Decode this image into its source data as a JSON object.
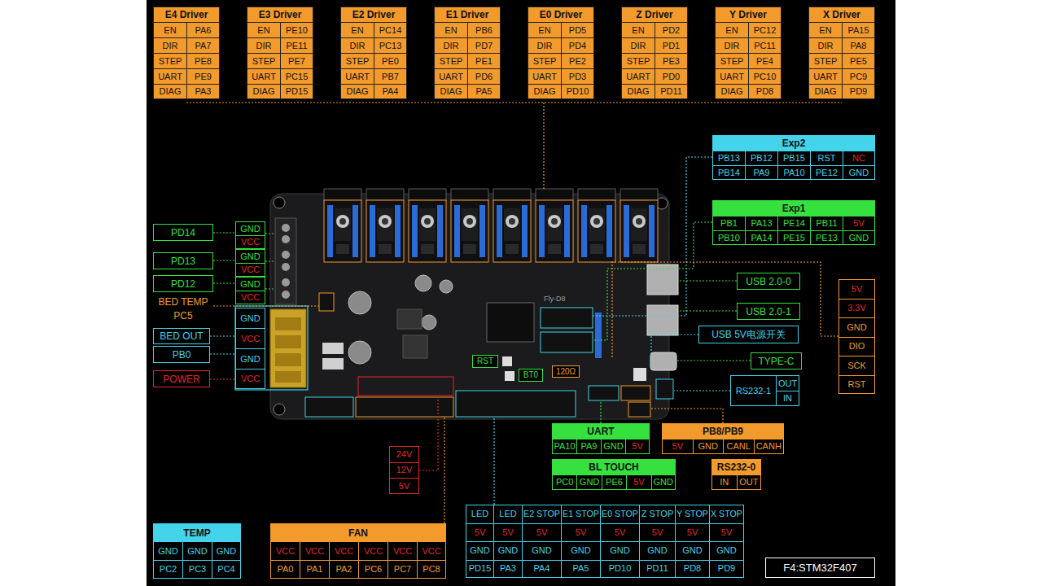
{
  "diagram": {
    "nodes": [
      {
        "text": [
          "E4 Driver",
          "EN",
          "PA6",
          "DIR",
          "PA7",
          "STEP",
          "PE8",
          "UART",
          "PE9",
          "DIAG",
          "PA3"
        ]
      },
      {
        "text": [
          "E3 Driver",
          "EN",
          "PE10",
          "DIR",
          "PE11",
          "STEP",
          "PE7",
          "UART",
          "PC15",
          "DIAG",
          "PD15"
        ]
      },
      {
        "text": [
          "E2 Driver",
          "EN",
          "PC14",
          "DIR",
          "PC13",
          "STEP",
          "PE0",
          "UART",
          "PB7",
          "DIAG",
          "PA4"
        ]
      },
      {
        "text": [
          "E1 Driver",
          "EN",
          "PB6",
          "DIR",
          "PD7",
          "STEP",
          "PE1",
          "UART",
          "PD6",
          "DIAG",
          "PA5"
        ]
      },
      {
        "text": [
          "E0 Driver",
          "EN",
          "PD5",
          "DIR",
          "PD4",
          "STEP",
          "PE2",
          "UART",
          "PD3",
          "DIAG",
          "PD10"
        ]
      },
      {
        "text": [
          "Z Driver",
          "EN",
          "PD2",
          "DIR",
          "PD1",
          "STEP",
          "PE3",
          "UART",
          "PD0",
          "DIAG",
          "PD11"
        ]
      },
      {
        "text": [
          "Y Driver",
          "EN",
          "PC12",
          "DIR",
          "PC11",
          "STEP",
          "PE4",
          "UART",
          "PC10",
          "DIAG",
          "PD8"
        ]
      },
      {
        "text": [
          "X Driver",
          "EN",
          "PA15",
          "DIR",
          "PA8",
          "STEP",
          "PE5",
          "UART",
          "PC9",
          "DIAG",
          "PD9"
        ]
      },
      {
        "text": [
          "Exp2",
          "PB13",
          "PB12",
          "PB15",
          "RST",
          "NC",
          "PB14",
          "PA9",
          "PA10",
          "PE12",
          "GND"
        ]
      },
      {
        "text": [
          "Exp1",
          "PB1",
          "PA13",
          "PE14",
          "PB11",
          "5V",
          "PB10",
          "PA14",
          "PE15",
          "PE13",
          "GND"
        ]
      },
      {
        "text": [
          "PD14"
        ]
      },
      {
        "text": [
          "GND",
          "VCC"
        ]
      },
      {
        "text": [
          "PD13"
        ]
      },
      {
        "text": [
          "GND",
          "VCC"
        ]
      },
      {
        "text": [
          "PD12"
        ]
      },
      {
        "text": [
          "GND",
          "VCC"
        ]
      },
      {
        "text": [
          "USB 2.0-0"
        ]
      },
      {
        "text": [
          "5V",
          "3.3V",
          "GND",
          "DIO",
          "SCK",
          "RST"
        ]
      },
      {
        "text": [
          "BED TEMP",
          "PC5"
        ]
      },
      {
        "text": [
          "USB 2.0-1"
        ]
      },
      {
        "text": [
          "GND",
          "VCC",
          "GND",
          "VCC"
        ]
      },
      {
        "text": [
          "USB 5V电源开关"
        ]
      },
      {
        "text": [
          "BED OUT"
        ]
      },
      {
        "text": [
          "PB0"
        ]
      },
      {
        "text": [
          "RST"
        ]
      },
      {
        "text": [
          "TYPE-C"
        ]
      },
      {
        "text": [
          "120Ω"
        ]
      },
      {
        "text": [
          "BT0"
        ]
      },
      {
        "text": [
          "POWER"
        ]
      },
      {
        "text": [
          "RS232-1",
          "OUT",
          "IN"
        ]
      },
      {
        "text": [
          "UART",
          "PA10",
          "PA9",
          "GND",
          "5V"
        ]
      },
      {
        "text": [
          "PB8/PB9",
          "5V",
          "GND",
          "CANL",
          "CANH"
        ]
      },
      {
        "text": [
          "24V",
          "12V",
          "5V"
        ]
      },
      {
        "text": [
          "BL TOUCH",
          "PC0",
          "GND",
          "PE6",
          "5V",
          "GND"
        ]
      },
      {
        "text": [
          "RS232-0",
          "IN",
          "OUT"
        ]
      },
      {
        "text": [
          "LED",
          "LED",
          "E2 STOP",
          "E1 STOP",
          "E0 STOP",
          "Z STOP",
          "Y STOP",
          "X STOP",
          "5V",
          "5V",
          "5V",
          "5V",
          "5V",
          "5V",
          "5V",
          "5V",
          "GND",
          "GND",
          "GND",
          "GND",
          "GND",
          "GND",
          "GND",
          "GND",
          "PD15",
          "PA3",
          "PA4",
          "PA5",
          "PD10",
          "PD11",
          "PD8",
          "PD9"
        ]
      },
      {
        "text": [
          "TEMP",
          "GND",
          "GND",
          "GND",
          "PC2",
          "PC3",
          "PC4"
        ]
      },
      {
        "text": [
          "FAN",
          "VCC",
          "VCC",
          "VCC",
          "VCC",
          "VCC",
          "VCC",
          "PA0",
          "PA1",
          "PA2",
          "PC6",
          "PC7",
          "PC8"
        ]
      },
      {
        "text": [
          "F4:STM32F407"
        ]
      }
    ],
    "labels": [
      "Fly-D8"
    ]
  }
}
